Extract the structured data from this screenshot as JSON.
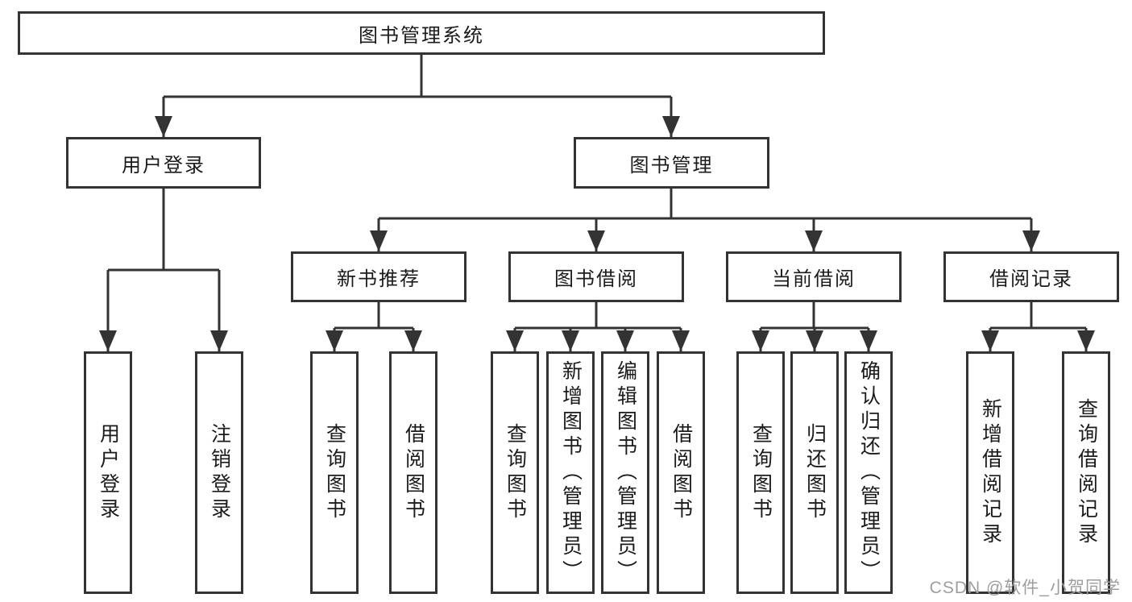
{
  "diagram": {
    "root": "图书管理系统",
    "level2": [
      {
        "label": "用户登录",
        "leaves": [
          "用户登录",
          "注销登录"
        ]
      },
      {
        "label": "图书管理",
        "sections": [
          {
            "label": "新书推荐",
            "leaves": [
              "查询图书",
              "借阅图书"
            ]
          },
          {
            "label": "图书借阅",
            "leaves": [
              "查询图书",
              "新增图书（管理员）",
              "编辑图书（管理员）",
              "借阅图书"
            ]
          },
          {
            "label": "当前借阅",
            "leaves": [
              "查询图书",
              "归还图书",
              "确认归还（管理员）"
            ]
          },
          {
            "label": "借阅记录",
            "leaves": [
              "新增借阅记录",
              "查询借阅记录"
            ]
          }
        ]
      }
    ]
  },
  "watermark": "CSDN @软件_小贺同学",
  "colors": {
    "line": "#333333",
    "text": "#1b1b1b",
    "watermark": "#9e9e9e",
    "background": "#ffffff"
  }
}
